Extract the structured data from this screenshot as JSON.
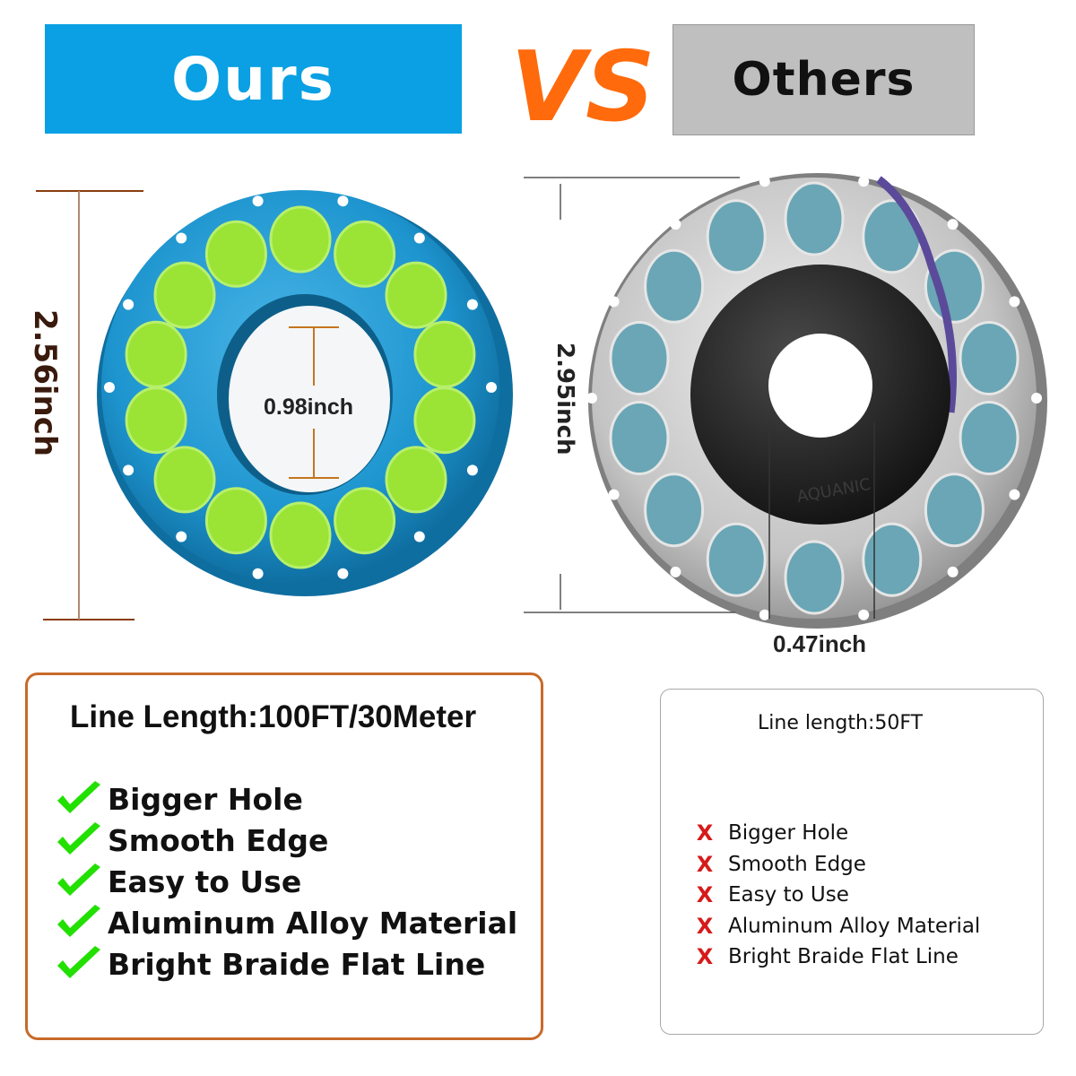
{
  "header": {
    "ours_label": "Ours",
    "vs_label": "VS",
    "others_label": "Others"
  },
  "ours_reel": {
    "outer_dimension": "2.56inch",
    "hole_dimension": "0.98inch"
  },
  "others_reel": {
    "outer_dimension": "2.95inch",
    "hole_dimension": "0.47inch",
    "brand_mark": "AQUANIC"
  },
  "ours_panel": {
    "title": "Line Length:100FT/30Meter",
    "features": [
      {
        "label": "Bigger Hole"
      },
      {
        "label": "Smooth Edge"
      },
      {
        "label": "Easy to Use"
      },
      {
        "label": "Aluminum Alloy Material"
      },
      {
        "label": "Bright Braide Flat Line"
      }
    ]
  },
  "others_panel": {
    "title": "Line length:50FT",
    "features": [
      {
        "label": "Bigger Hole",
        "mark": "X"
      },
      {
        "label": "Smooth Edge",
        "mark": "X"
      },
      {
        "label": "Easy to Use",
        "mark": "X"
      },
      {
        "label": "Aluminum Alloy Material",
        "mark": "X"
      },
      {
        "label": "Bright Braide Flat Line",
        "mark": "X"
      }
    ]
  },
  "colors": {
    "ours_banner": "#0aa0e3",
    "vs": "#ff6a0c",
    "others_banner": "#bfbfbf",
    "ours_reel_body": "#1e95cf",
    "ours_line": "#9be335",
    "others_reel_body": "#c9c9c9",
    "others_line": "#6aa6b5",
    "check": "#22e000",
    "cross": "#d61a1a",
    "ours_panel_border": "#c86a2a"
  }
}
